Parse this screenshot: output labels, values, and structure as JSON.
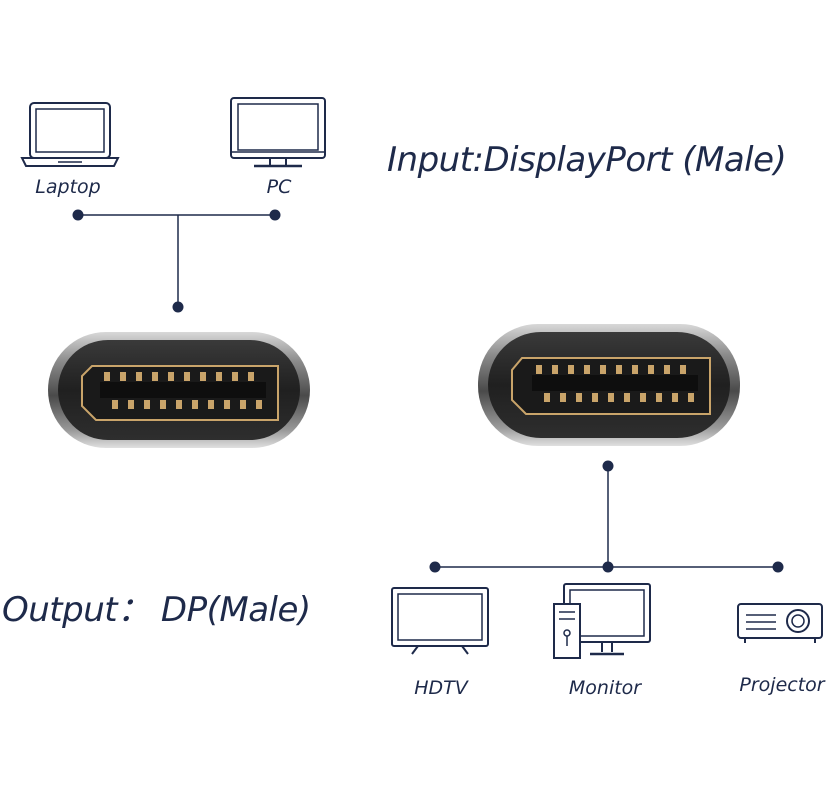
{
  "input": {
    "heading": "Input:DisplayPort (Male)",
    "devices": [
      {
        "label": "Laptop",
        "icon": "laptop-icon"
      },
      {
        "label": "PC",
        "icon": "pc-monitor-icon"
      }
    ]
  },
  "output": {
    "heading": "Output： DP(Male)",
    "devices": [
      {
        "label": "HDTV",
        "icon": "tv-icon"
      },
      {
        "label": "Monitor",
        "icon": "desktop-computer-icon"
      },
      {
        "label": "Projector",
        "icon": "projector-icon"
      }
    ]
  },
  "colors": {
    "ink": "#1e2a4a",
    "connector_body": "#2a2a2a",
    "connector_trim": "#b0b0b0",
    "gold": "#c9a46a"
  }
}
